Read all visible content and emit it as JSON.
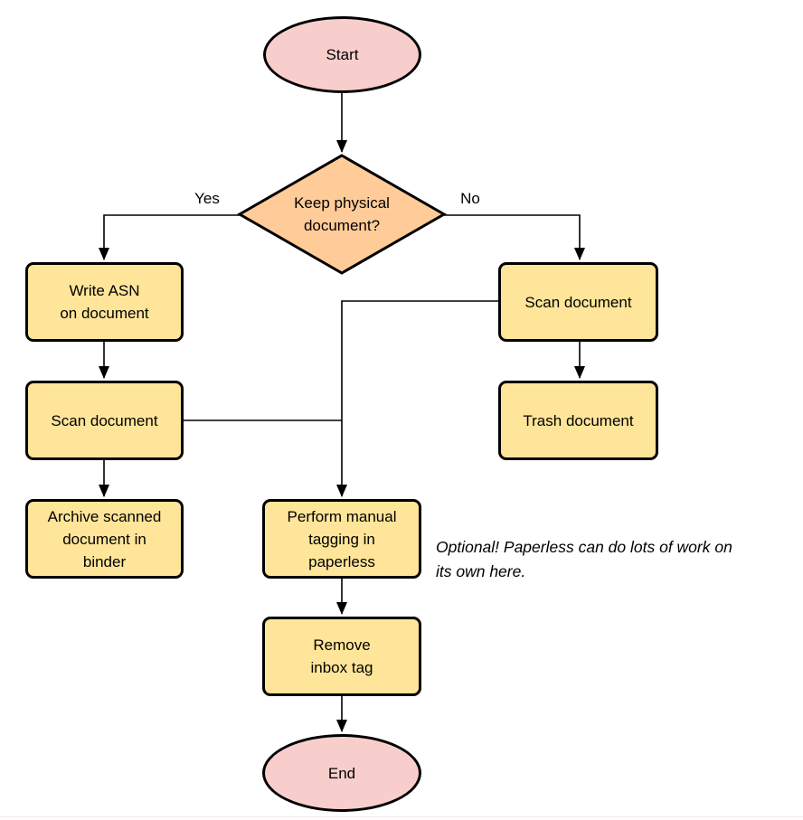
{
  "diagram": {
    "type": "flowchart",
    "background": "#ffffff",
    "colors": {
      "terminator_fill": "#f8cecc",
      "decision_fill": "#ffcc99",
      "process_fill": "#ffe599",
      "stroke": "#000000",
      "text": "#000000",
      "annotation_text": "#000000"
    },
    "nodes": {
      "start": {
        "shape": "terminator",
        "label": "Start"
      },
      "decision": {
        "shape": "decision",
        "label": "Keep physical\ndocument?"
      },
      "write_asn": {
        "shape": "process",
        "label": "Write ASN\non document"
      },
      "scan_left": {
        "shape": "process",
        "label": "Scan document"
      },
      "archive": {
        "shape": "process",
        "label": "Archive scanned\ndocument in\nbinder"
      },
      "scan_right": {
        "shape": "process",
        "label": "Scan document"
      },
      "trash": {
        "shape": "process",
        "label": "Trash document"
      },
      "tagging": {
        "shape": "process",
        "label": "Perform manual\ntagging in\npaperless"
      },
      "remove_tag": {
        "shape": "process",
        "label": "Remove\ninbox tag"
      },
      "end": {
        "shape": "terminator",
        "label": "End"
      }
    },
    "edge_labels": {
      "yes": "Yes",
      "no": "No"
    },
    "edges": [
      {
        "from": "start",
        "to": "decision",
        "label": ""
      },
      {
        "from": "decision",
        "to": "write_asn",
        "label": "Yes"
      },
      {
        "from": "decision",
        "to": "scan_right",
        "label": "No"
      },
      {
        "from": "write_asn",
        "to": "scan_left",
        "label": ""
      },
      {
        "from": "scan_left",
        "to": "archive",
        "label": ""
      },
      {
        "from": "scan_left",
        "to": "tagging",
        "label": ""
      },
      {
        "from": "scan_right",
        "to": "trash",
        "label": ""
      },
      {
        "from": "scan_right",
        "to": "tagging",
        "label": ""
      },
      {
        "from": "tagging",
        "to": "remove_tag",
        "label": ""
      },
      {
        "from": "remove_tag",
        "to": "end",
        "label": ""
      }
    ],
    "annotation": "Optional! Paperless can do lots of work on\nits own here."
  }
}
